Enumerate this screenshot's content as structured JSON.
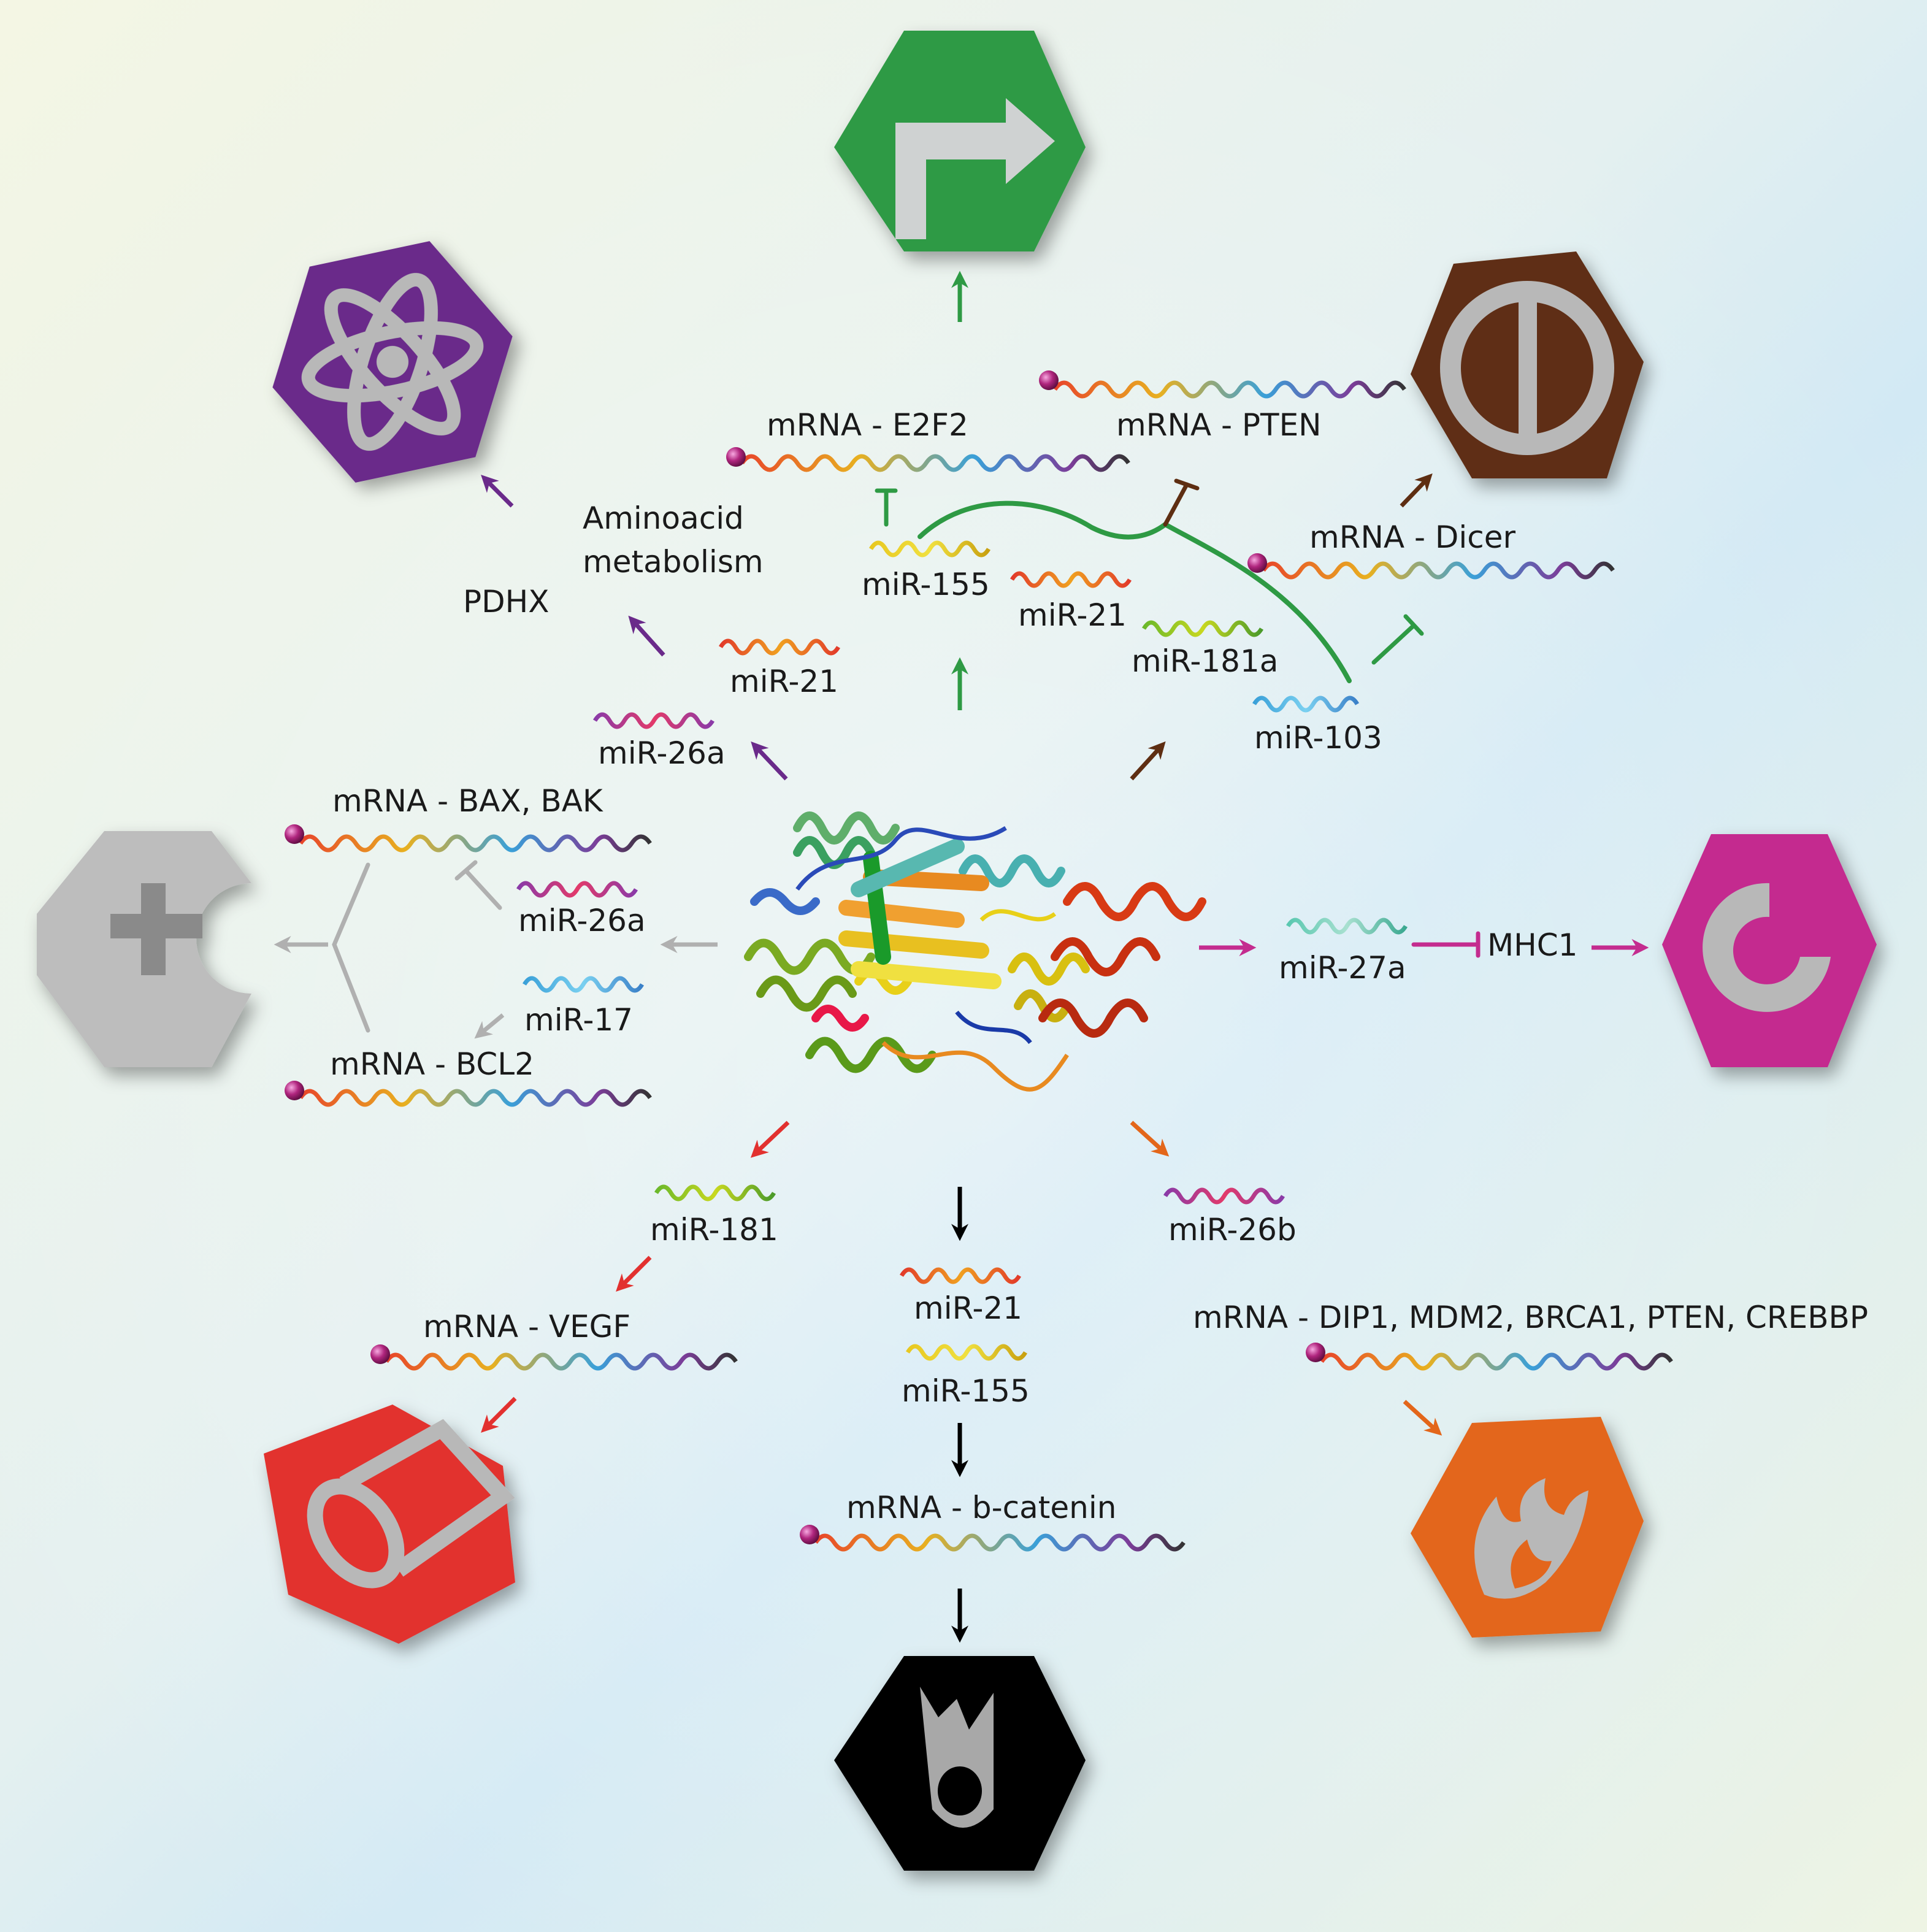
{
  "labels": {
    "e2f2": "mRNA - E2F2",
    "pten": "mRNA - PTEN",
    "dicer": "mRNA - Dicer",
    "aminoacid1": "Aminoacid",
    "aminoacid2": "metabolism",
    "pdhx": "PDHX",
    "mir155_top": "miR-155",
    "mir21_top": "miR-21",
    "mir181a": "miR-181a",
    "mir103": "miR-103",
    "mir21_left": "miR-21",
    "mir26a_top": "miR-26a",
    "baxbak": "mRNA - BAX, BAK",
    "mir26a_left": "miR-26a",
    "mir17": "miR-17",
    "bcl2": "mRNA - BCL2",
    "mir27a": "miR-27a",
    "mhc1": "MHC1",
    "mir181": "miR-181",
    "vegf": "mRNA - VEGF",
    "mir21_bottom": "miR-21",
    "mir155_bottom": "miR-155",
    "bcatenin": "mRNA - b-catenin",
    "mir26b": "miR-26b",
    "multi": "mRNA - DIP1, MDM2, BRCA1, PTEN, CREBBP"
  },
  "hallmark_icons": [
    {
      "name": "proliferation-signal-icon",
      "color": "#2e9a44"
    },
    {
      "name": "metabolism-atom-icon",
      "color": "#6a2a8a"
    },
    {
      "name": "growth-suppressor-evasion-icon",
      "color": "#5e2e12"
    },
    {
      "name": "apoptosis-resistance-icon",
      "color": "#bdbdbd"
    },
    {
      "name": "immune-evasion-icon",
      "color": "#c42c8f"
    },
    {
      "name": "angiogenesis-vessel-icon",
      "color": "#e2312f"
    },
    {
      "name": "invasion-metastasis-icon",
      "color": "#000000"
    },
    {
      "name": "inflammation-icon",
      "color": "#e3661a"
    }
  ],
  "colors": {
    "green": "#2e9a44",
    "purple": "#6a2a8a",
    "brown": "#5e2e12",
    "grey": "#b0b0b0",
    "magenta": "#c42c8f",
    "red": "#e2312f",
    "black": "#000000",
    "orange": "#e3661a"
  }
}
